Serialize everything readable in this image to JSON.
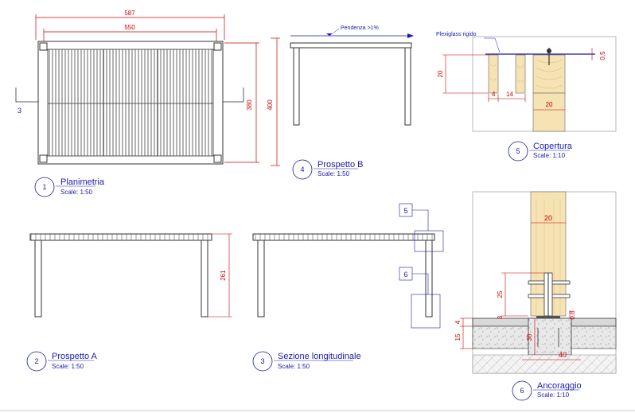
{
  "views": {
    "planimetria": {
      "number": "1",
      "title": "Planimetria",
      "scale": "Scale: 1:50",
      "dim_total": "587",
      "dim_inner": "550",
      "dim_h_inner": "380",
      "dim_h_outer": "400",
      "dim_side": "3"
    },
    "prospetto_a": {
      "number": "2",
      "title": "Prospetto A",
      "scale": "Scale: 1:50",
      "dim_height": "261"
    },
    "sezione": {
      "number": "3",
      "title": "Sezione longitudinale",
      "scale": "Scale: 1:50"
    },
    "prospetto_b": {
      "number": "4",
      "title": "Prospetto B",
      "scale": "Scale: 1:50",
      "slope_note": "Pendenza >1%"
    },
    "copertura": {
      "number": "5",
      "title": "Copertura",
      "scale": "Scale: 1:10",
      "material_note": "Plexiglass rigido",
      "dim_20_left": "20",
      "dim_4": "4",
      "dim_14": "14",
      "dim_20_bottom": "20",
      "dim_05": "0,5"
    },
    "ancoraggio": {
      "number": "6",
      "title": "Ancoraggio",
      "scale": "Scale: 1:10",
      "dim_20": "20",
      "dim_25": "25",
      "dim_3": "3",
      "dim_08": "0,8",
      "dim_4": "4",
      "dim_15": "15",
      "dim_30": "30",
      "dim_40": "40"
    }
  },
  "callouts": {
    "ref_5": "5",
    "ref_6": "6"
  },
  "colors": {
    "line": "#333333",
    "dimension": "#cc0000",
    "label": "#1a1aa8",
    "wood": "#f6e3b4",
    "wood_grain": "#d9bf86",
    "concrete": "#e4e4e4"
  }
}
